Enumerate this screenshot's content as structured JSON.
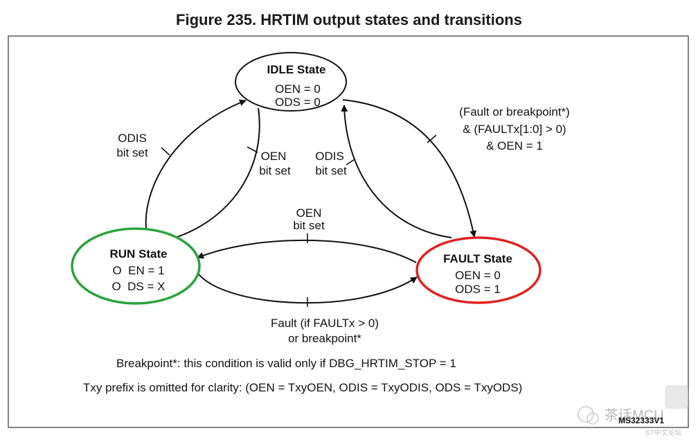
{
  "figure": {
    "title": "Figure 235. HRTIM output states and transitions",
    "code": "MS32333V1"
  },
  "states": {
    "idle": {
      "name": "IDLE State",
      "line1": "OEN = 0",
      "line2": "ODS = 0"
    },
    "run": {
      "name": "RUN State",
      "line1": "O  EN = 1",
      "line2": "O  DS = X"
    },
    "fault": {
      "name": "FAULT State",
      "line1": "OEN = 0",
      "line2": "ODS = 1"
    }
  },
  "transitions": {
    "run_to_idle": {
      "line1": "ODIS",
      "line2": "bit set"
    },
    "idle_to_run": {
      "line1": "OEN",
      "line2": "bit set"
    },
    "fault_to_idle": {
      "line1": "ODIS",
      "line2": "bit set"
    },
    "idle_to_fault": {
      "line1": "(Fault or breakpoint*)",
      "line2": "& (FAULTx[1:0] > 0)",
      "line3": "& OEN = 1"
    },
    "fault_to_run": {
      "line1": "OEN",
      "line2": "bit set"
    },
    "run_to_fault": {
      "line1": "Fault (if FAULTx > 0)",
      "line2": "or breakpoint*"
    }
  },
  "notes": {
    "breakpoint": "Breakpoint*: this condition is valid only if DBG_HRTIM_STOP = 1",
    "prefix": "Txy prefix is omitted for clarity: (OEN = TxyOEN, ODIS = TxyODIS, ODS = TxyODS)"
  },
  "watermark": {
    "main": "茶话MCU",
    "sub": "ST中文论坛"
  },
  "colors": {
    "run_border": "#2aa33a",
    "fault_border": "#e02020",
    "idle_border": "#111111"
  }
}
